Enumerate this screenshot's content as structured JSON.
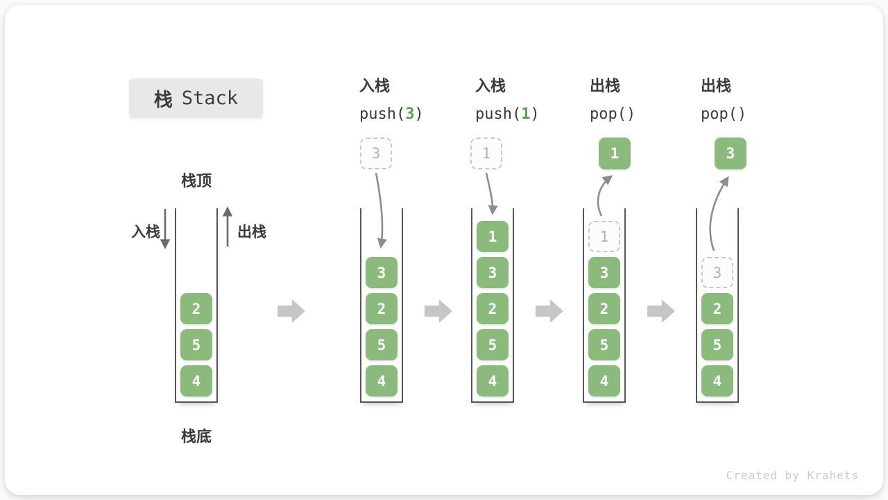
{
  "title_badge": {
    "zh": "栈",
    "latin": "Stack"
  },
  "legend": {
    "stack_top": "栈顶",
    "stack_bottom": "栈底",
    "push_side": "入栈",
    "pop_side": "出栈"
  },
  "operations": [
    {
      "zh": "入栈",
      "code": [
        {
          "t": "push(",
          "green": false
        },
        {
          "t": "3",
          "green": true
        },
        {
          "t": ")",
          "green": false
        }
      ]
    },
    {
      "zh": "入栈",
      "code": [
        {
          "t": "push(",
          "green": false
        },
        {
          "t": "1",
          "green": true
        },
        {
          "t": ")",
          "green": false
        }
      ]
    },
    {
      "zh": "出栈",
      "code": [
        {
          "t": "pop()",
          "green": false
        }
      ]
    },
    {
      "zh": "出栈",
      "code": [
        {
          "t": "pop()",
          "green": false
        }
      ]
    }
  ],
  "columns": [
    {
      "name": "stack-state-initial",
      "cells": [
        {
          "v": "2",
          "slot": 2,
          "ghost": false
        },
        {
          "v": "5",
          "slot": 1,
          "ghost": false
        },
        {
          "v": "4",
          "slot": 0,
          "ghost": false
        }
      ]
    },
    {
      "name": "stack-state-after-push-3",
      "float_box": {
        "v": "3",
        "ghost": true
      },
      "cells": [
        {
          "v": "3",
          "slot": 3,
          "ghost": false
        },
        {
          "v": "2",
          "slot": 2,
          "ghost": false
        },
        {
          "v": "5",
          "slot": 1,
          "ghost": false
        },
        {
          "v": "4",
          "slot": 0,
          "ghost": false
        }
      ]
    },
    {
      "name": "stack-state-after-push-1",
      "float_box": {
        "v": "1",
        "ghost": true
      },
      "cells": [
        {
          "v": "1",
          "slot": 4,
          "ghost": false
        },
        {
          "v": "3",
          "slot": 3,
          "ghost": false
        },
        {
          "v": "2",
          "slot": 2,
          "ghost": false
        },
        {
          "v": "5",
          "slot": 1,
          "ghost": false
        },
        {
          "v": "4",
          "slot": 0,
          "ghost": false
        }
      ]
    },
    {
      "name": "stack-state-after-pop-1",
      "float_box": {
        "v": "1",
        "ghost": false
      },
      "cells": [
        {
          "v": "1",
          "slot": 4,
          "ghost": true
        },
        {
          "v": "3",
          "slot": 3,
          "ghost": false
        },
        {
          "v": "2",
          "slot": 2,
          "ghost": false
        },
        {
          "v": "5",
          "slot": 1,
          "ghost": false
        },
        {
          "v": "4",
          "slot": 0,
          "ghost": false
        }
      ]
    },
    {
      "name": "stack-state-after-pop-3",
      "float_box": {
        "v": "3",
        "ghost": false
      },
      "cells": [
        {
          "v": "3",
          "slot": 3,
          "ghost": true
        },
        {
          "v": "2",
          "slot": 2,
          "ghost": false
        },
        {
          "v": "5",
          "slot": 1,
          "ghost": false
        },
        {
          "v": "4",
          "slot": 0,
          "ghost": false
        }
      ]
    }
  ],
  "watermark": "Created by Krahets",
  "colors": {
    "cell_green": "#8abb7d",
    "code_green": "#5ba04e",
    "ghost_gray": "#b3b3b3",
    "wall_gray": "#565656",
    "arrow_gray": "#8c8c8c",
    "block_arrow_gray": "#c6c6c6",
    "badge_bg": "#e8e8e8"
  }
}
